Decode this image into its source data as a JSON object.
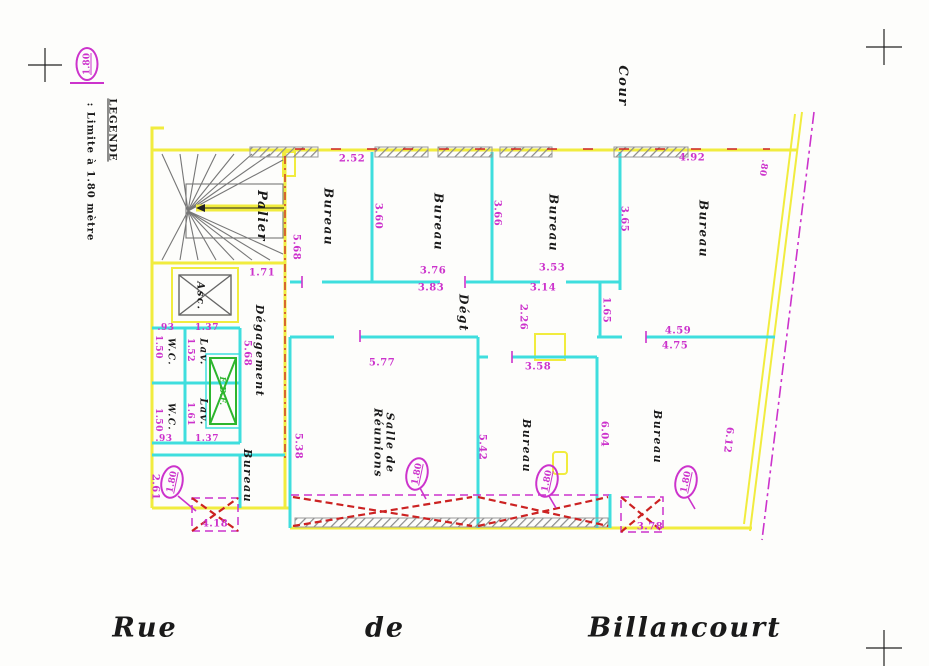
{
  "legend": {
    "badge_value": "1.80",
    "title": "LEGENDE",
    "description": ":  Limite à 1.80 mètre"
  },
  "surroundings": {
    "courtyard_label": "Cour",
    "street_words": [
      {
        "text": "Rue"
      },
      {
        "text": "de"
      },
      {
        "text": "Billancourt"
      }
    ]
  },
  "limit_badge_value": "1.80",
  "rooms": {
    "palier": "Palier",
    "asc": "Asc.",
    "degagement": "Dégagement",
    "wc_top": "W.C.",
    "lav_top": "Lav.",
    "edf": "E.D.F.",
    "wc_bottom": "W.C.",
    "lav_bottom": "Lav.",
    "bureau_sw": "Bureau",
    "bureau_nw": "Bureau",
    "bureau_n2": "Bureau",
    "bureau_n3": "Bureau",
    "bureau_ne": "Bureau",
    "degt": "Dégt",
    "salle_line1": "Salle de",
    "salle_line2": "Réunions",
    "bureau_s": "Bureau",
    "bureau_se": "Bureau"
  },
  "dims": {
    "d2_52": "2.52",
    "d1_71": "1.71",
    "d5_68a": "5.68",
    "d5_68b": "5.68",
    "d3_60": "3.60",
    "d3_76": "3.76",
    "d3_83": "3.83",
    "d3_66": "3.66",
    "d3_53": "3.53",
    "d3_14": "3.14",
    "d3_65": "3.65",
    "d4_92": "4.92",
    "d0_80": ".80",
    "d1_65": "1.65",
    "d2_26": "2.26",
    "d3_58": "3.58",
    "d4_59": "4.59",
    "d4_75": "4.75",
    "d5_77": "5.77",
    "d5_38": "5.38",
    "d5_42": "5.42",
    "d6_04": "6.04",
    "d6_12": "6.12",
    "d3_78": "3.78",
    "d4_18": "4.18",
    "d2_61": "2.61",
    "d1_37a": "1.37",
    "d0_93a": ".93",
    "d1_50a": "1.50",
    "d1_52": "1.52",
    "d1_61": "1.61",
    "d1_50b": "1.50",
    "d0_93b": ".93",
    "d1_37b": "1.37"
  },
  "colors": {
    "wall_yellow": "#f1ec3e",
    "partition_cyan": "#3fdede",
    "dimension_magenta": "#cc33cc",
    "below_limit_red": "#cc2222",
    "hatch_gray": "#8a8a8a",
    "edf_green": "#2db52d"
  }
}
